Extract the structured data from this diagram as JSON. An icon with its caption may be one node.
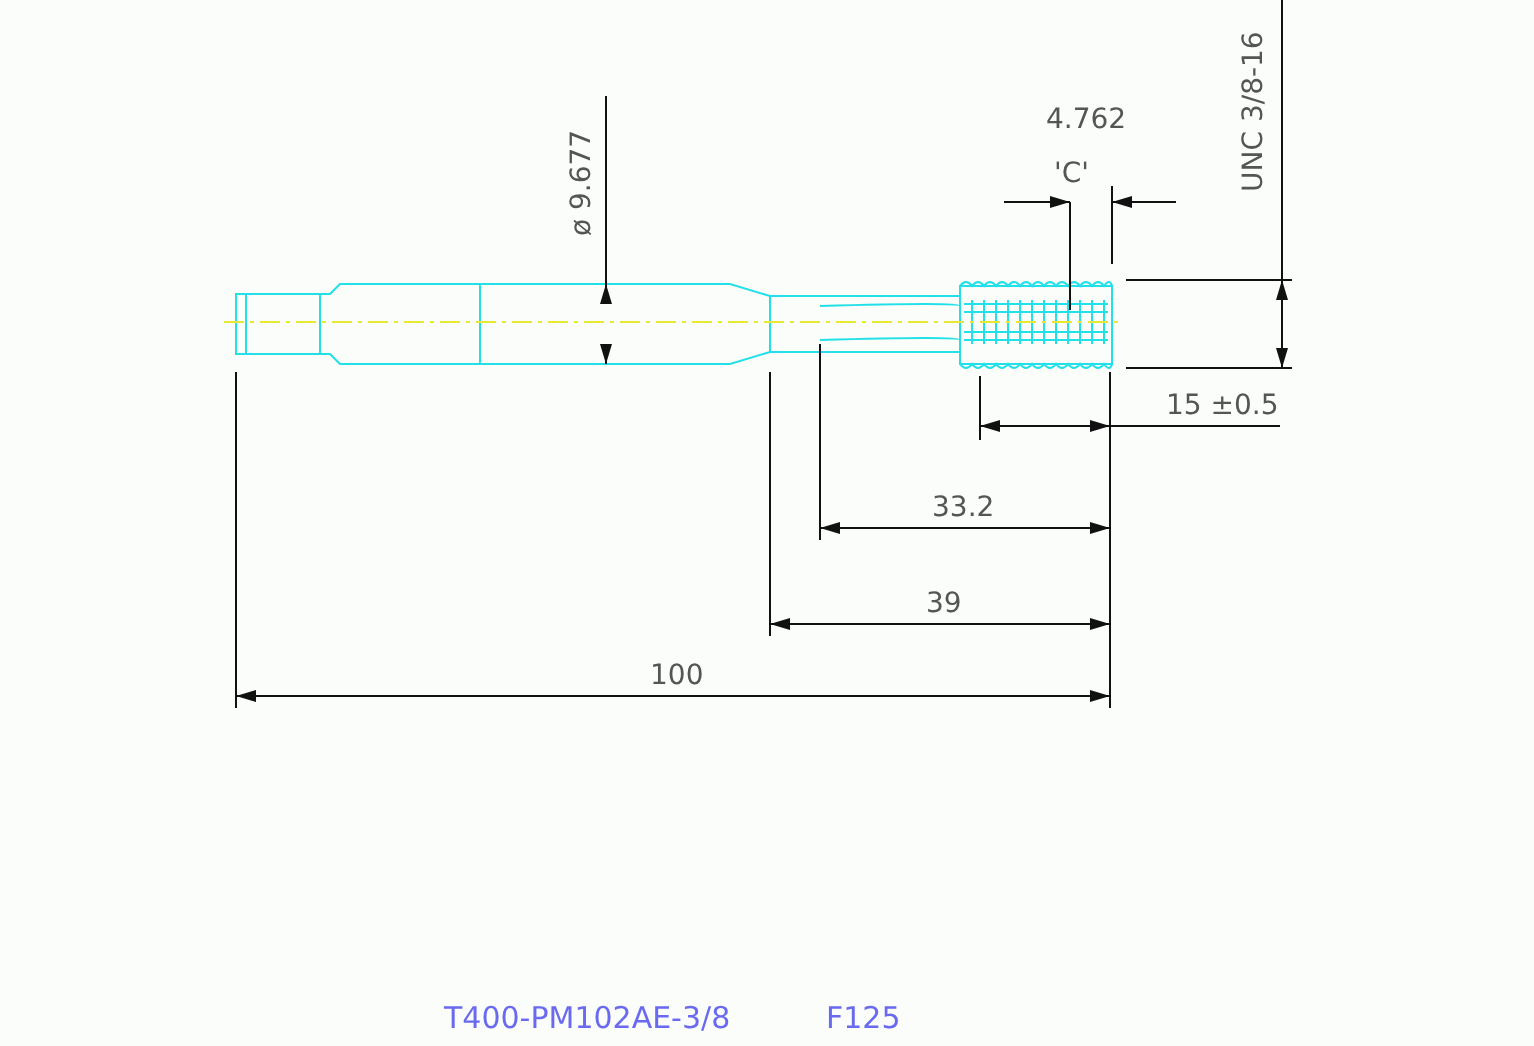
{
  "diagram": {
    "labels": [
      "UNC 3/8-16",
      "4.762",
      "'C'",
      "ø 9.677",
      "15 ±0.5",
      "33.2",
      "39",
      "100",
      "T400-PM102AE-3/8",
      "F125"
    ]
  }
}
